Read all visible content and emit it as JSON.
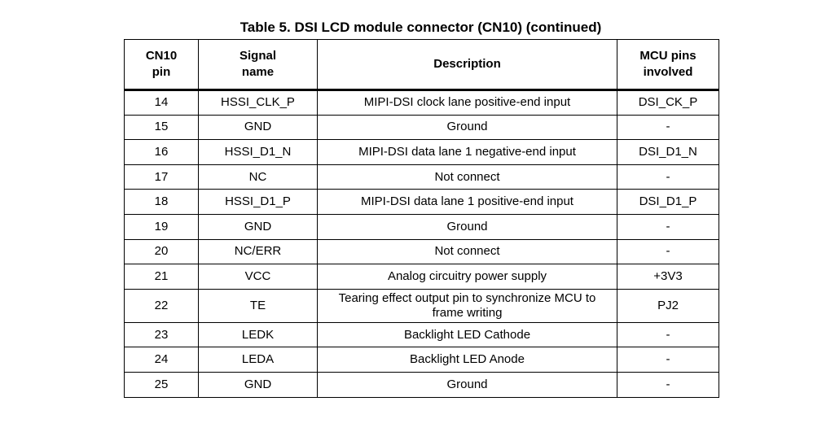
{
  "title": "Table 5. DSI LCD module connector (CN10) (continued)",
  "columns": {
    "pin": "CN10 pin",
    "signal": "Signal name",
    "description": "Description",
    "mcu": "MCU pins involved"
  },
  "rows": [
    {
      "pin": "14",
      "signal": "HSSI_CLK_P",
      "description": "MIPI-DSI clock lane positive-end input",
      "mcu": "DSI_CK_P"
    },
    {
      "pin": "15",
      "signal": "GND",
      "description": "Ground",
      "mcu": "-"
    },
    {
      "pin": "16",
      "signal": "HSSI_D1_N",
      "description": "MIPI-DSI data lane 1 negative-end input",
      "mcu": "DSI_D1_N"
    },
    {
      "pin": "17",
      "signal": "NC",
      "description": "Not connect",
      "mcu": "-"
    },
    {
      "pin": "18",
      "signal": "HSSI_D1_P",
      "description": "MIPI-DSI data lane 1 positive-end input",
      "mcu": "DSI_D1_P"
    },
    {
      "pin": "19",
      "signal": "GND",
      "description": "Ground",
      "mcu": "-"
    },
    {
      "pin": "20",
      "signal": "NC/ERR",
      "description": "Not connect",
      "mcu": "-"
    },
    {
      "pin": "21",
      "signal": "VCC",
      "description": "Analog circuitry power supply",
      "mcu": "+3V3"
    },
    {
      "pin": "22",
      "signal": "TE",
      "description": "Tearing effect output pin to synchronize MCU to frame writing",
      "mcu": "PJ2"
    },
    {
      "pin": "23",
      "signal": "LEDK",
      "description": "Backlight LED Cathode",
      "mcu": "-"
    },
    {
      "pin": "24",
      "signal": "LEDA",
      "description": "Backlight LED Anode",
      "mcu": "-"
    },
    {
      "pin": "25",
      "signal": "GND",
      "description": "Ground",
      "mcu": "-"
    }
  ]
}
